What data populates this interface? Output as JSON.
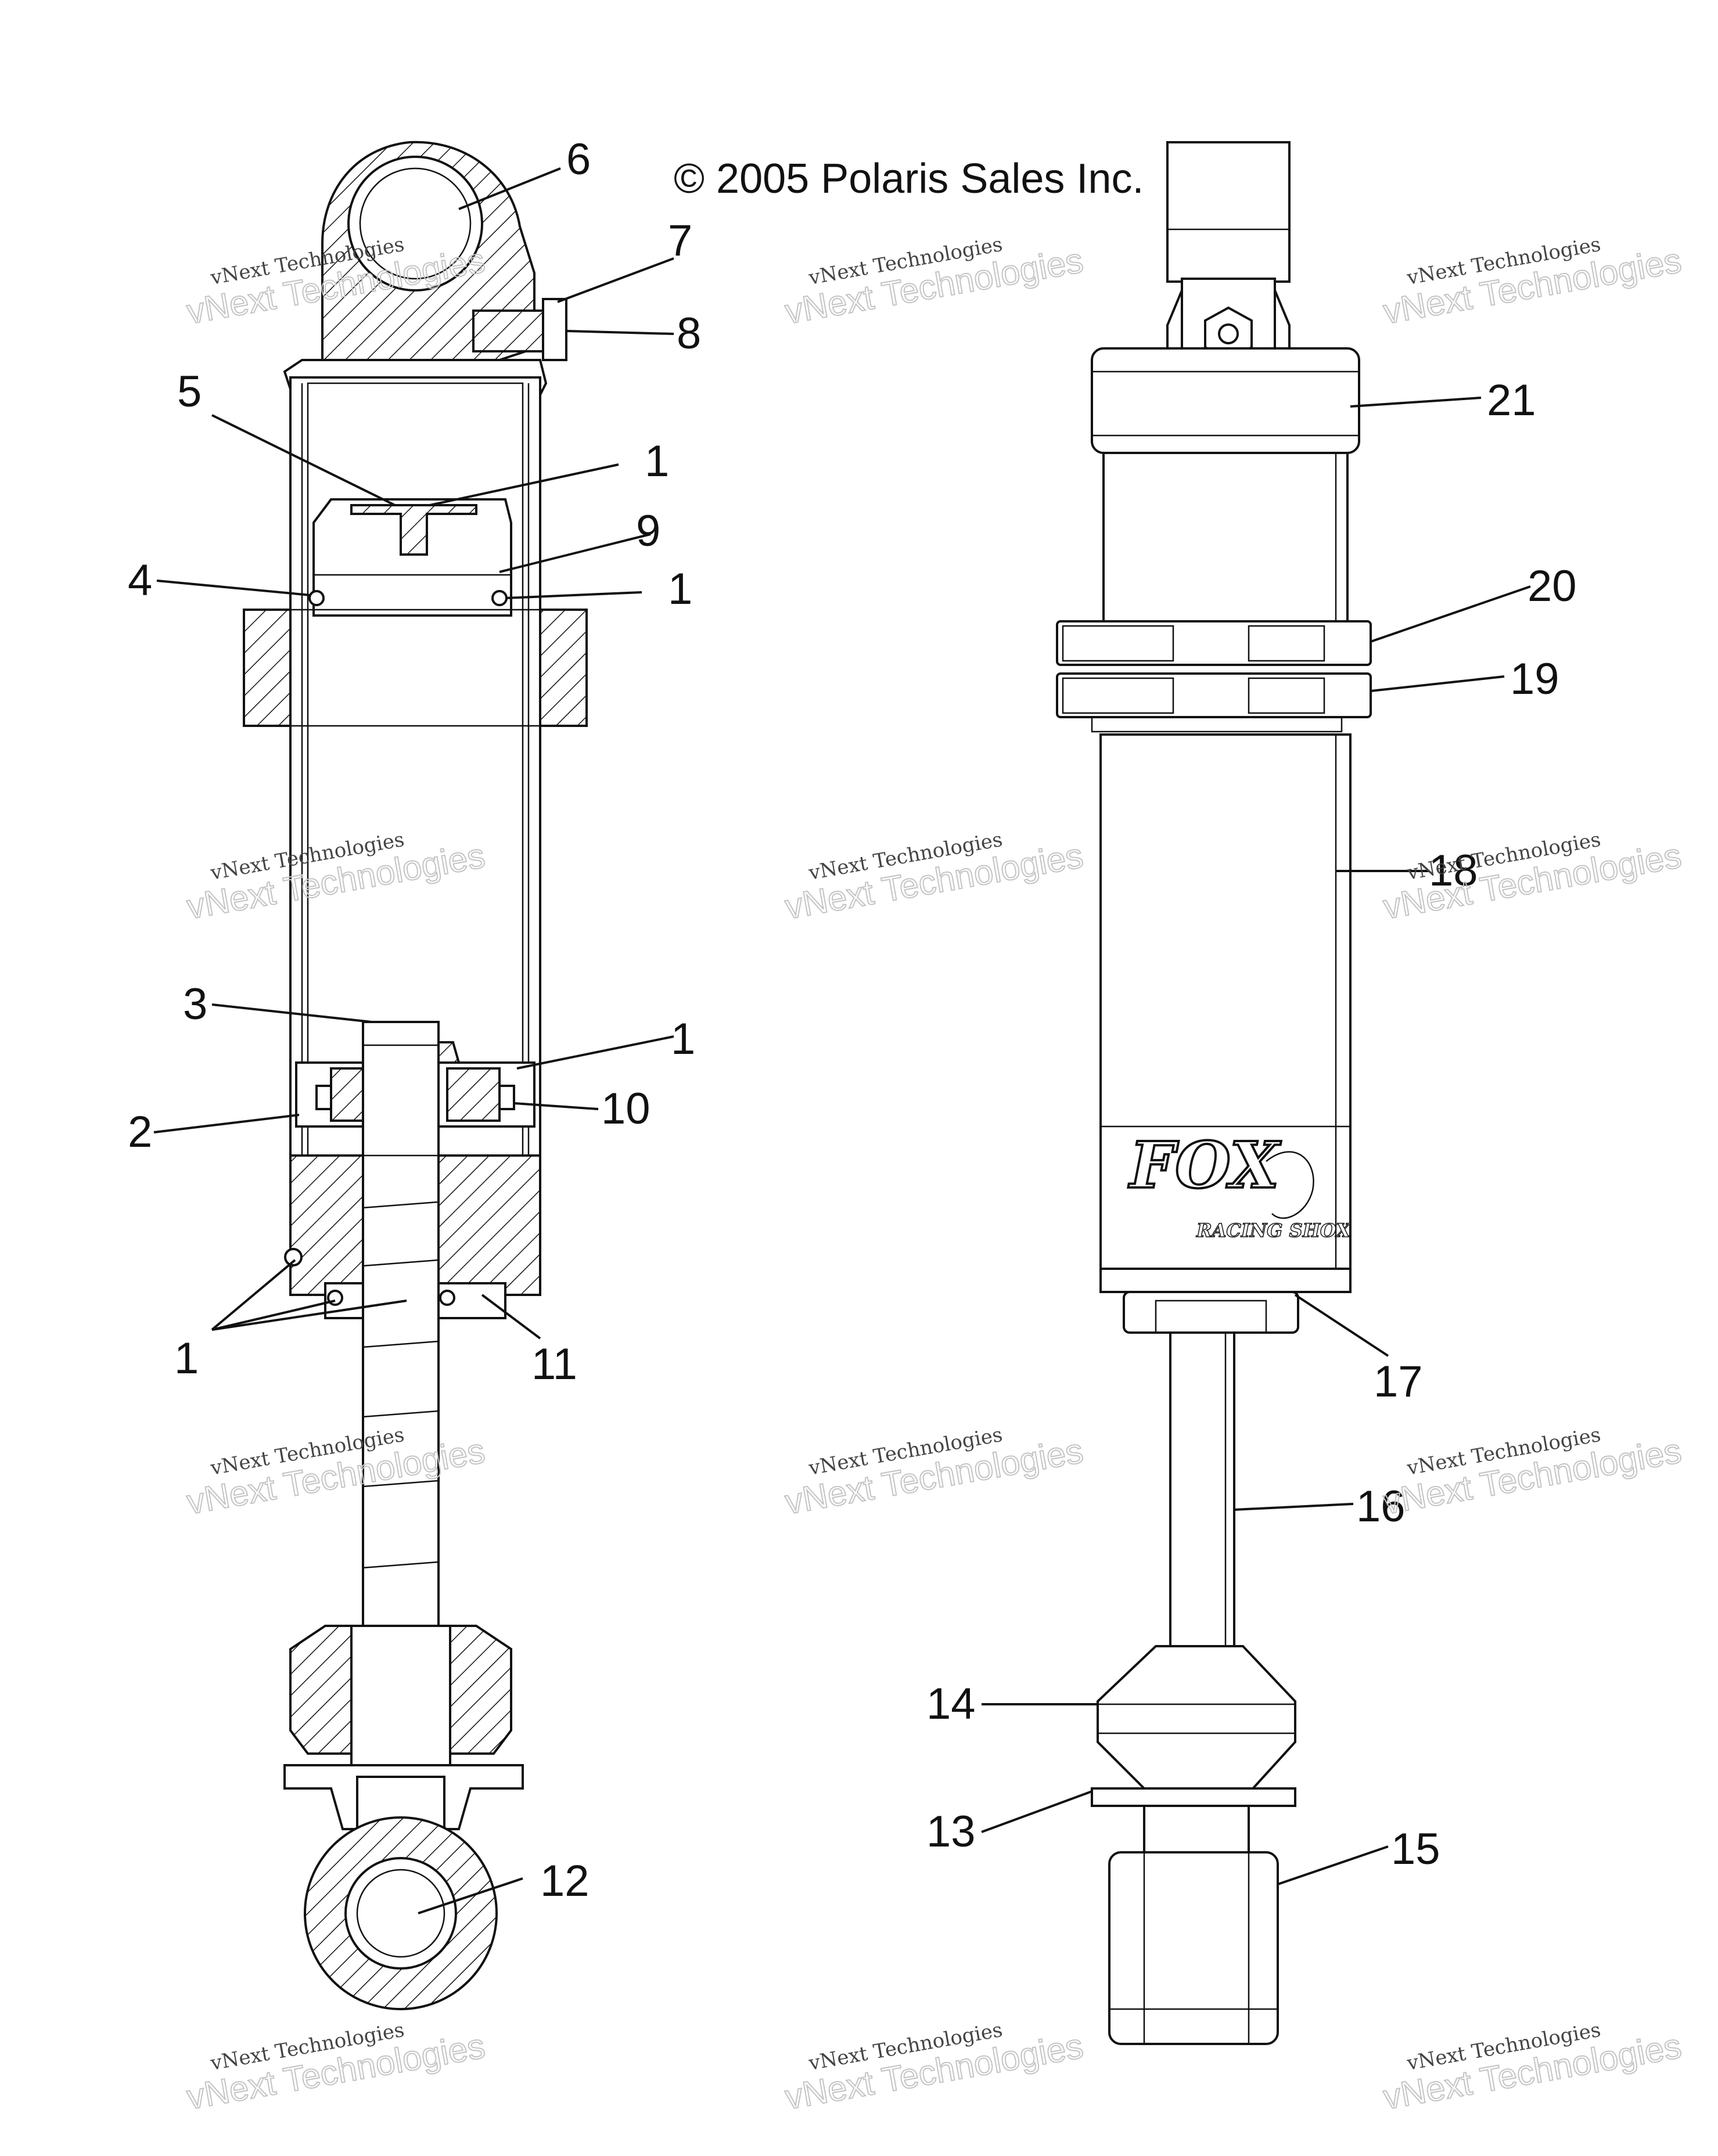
{
  "copyright": "© 2005 Polaris Sales Inc.",
  "watermark": {
    "line1": "vNext Technologies",
    "line2": "vNext Technologies"
  },
  "callouts": [
    {
      "id": "c6",
      "label": "6"
    },
    {
      "id": "c7",
      "label": "7"
    },
    {
      "id": "c8",
      "label": "8"
    },
    {
      "id": "c5",
      "label": "5"
    },
    {
      "id": "c1a",
      "label": "1"
    },
    {
      "id": "c9",
      "label": "9"
    },
    {
      "id": "c4",
      "label": "4"
    },
    {
      "id": "c1b",
      "label": "1"
    },
    {
      "id": "c3",
      "label": "3"
    },
    {
      "id": "c1c",
      "label": "1"
    },
    {
      "id": "c2",
      "label": "2"
    },
    {
      "id": "c10",
      "label": "10"
    },
    {
      "id": "c1d",
      "label": "1"
    },
    {
      "id": "c11",
      "label": "11"
    },
    {
      "id": "c12",
      "label": "12"
    },
    {
      "id": "c21",
      "label": "21"
    },
    {
      "id": "c20",
      "label": "20"
    },
    {
      "id": "c19",
      "label": "19"
    },
    {
      "id": "c18",
      "label": "18"
    },
    {
      "id": "c17",
      "label": "17"
    },
    {
      "id": "c16",
      "label": "16"
    },
    {
      "id": "c14",
      "label": "14"
    },
    {
      "id": "c13",
      "label": "13"
    },
    {
      "id": "c15",
      "label": "15"
    }
  ],
  "logo": {
    "brand": "FOX",
    "tagline": "RACING SHOX"
  }
}
